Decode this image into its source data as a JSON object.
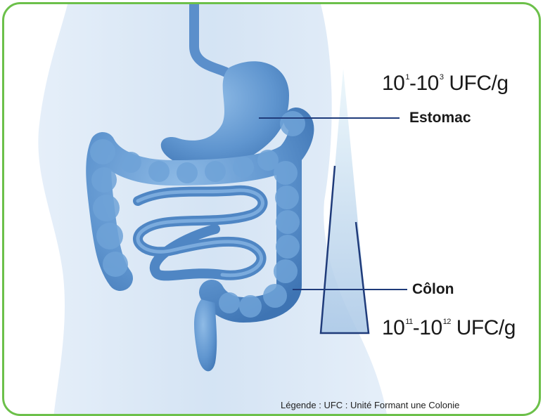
{
  "stomach": {
    "label": "Estomac",
    "conc_base1": "10",
    "conc_exp1": "1",
    "conc_dash": "-",
    "conc_base2": "10",
    "conc_exp2": "3",
    "conc_unit": " UFC/g"
  },
  "colon": {
    "label": "Côlon",
    "conc_base1": "10",
    "conc_exp1": "11",
    "conc_dash": "-",
    "conc_base2": "10",
    "conc_exp2": "12",
    "conc_unit": " UFC/g"
  },
  "legend": "Légende : UFC : Unité Formant une Colonie",
  "colors": {
    "frame": "#6cc04a",
    "body": "#d6e5f4",
    "organ": "#6a9fd4",
    "line": "#1f3b7a"
  }
}
